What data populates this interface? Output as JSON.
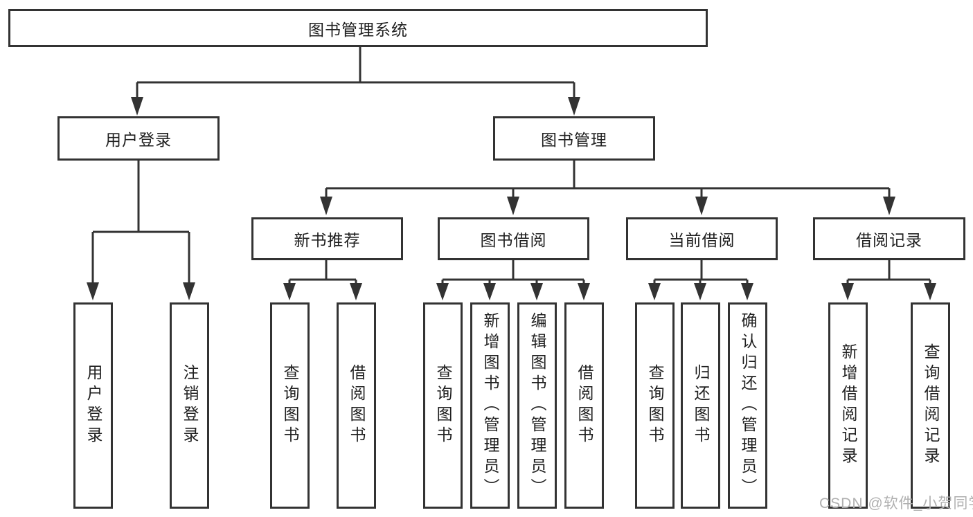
{
  "tree": {
    "root": {
      "label": "图书管理系统"
    },
    "branches": [
      {
        "label": "用户登录",
        "leaves": [
          {
            "label": "用户登录"
          },
          {
            "label": "注销登录"
          }
        ]
      },
      {
        "label": "图书管理",
        "children": [
          {
            "label": "新书推荐",
            "leaves": [
              {
                "label": "查询图书"
              },
              {
                "label": "借阅图书"
              }
            ]
          },
          {
            "label": "图书借阅",
            "leaves": [
              {
                "label": "查询图书"
              },
              {
                "label": "新增图书（管理员）"
              },
              {
                "label": "编辑图书（管理员）"
              },
              {
                "label": "借阅图书"
              }
            ]
          },
          {
            "label": "当前借阅",
            "leaves": [
              {
                "label": "查询图书"
              },
              {
                "label": "归还图书"
              },
              {
                "label": "确认归还（管理员）"
              }
            ]
          },
          {
            "label": "借阅记录",
            "leaves": [
              {
                "label": "新增借阅记录"
              },
              {
                "label": "查询借阅记录"
              }
            ]
          }
        ]
      }
    ]
  },
  "watermark": {
    "text": "CSDN @软件_小贺同学"
  },
  "colors": {
    "line": "#333333",
    "text": "#1f1f1f",
    "background": "#ffffff",
    "watermark": "#b0b0b0"
  }
}
